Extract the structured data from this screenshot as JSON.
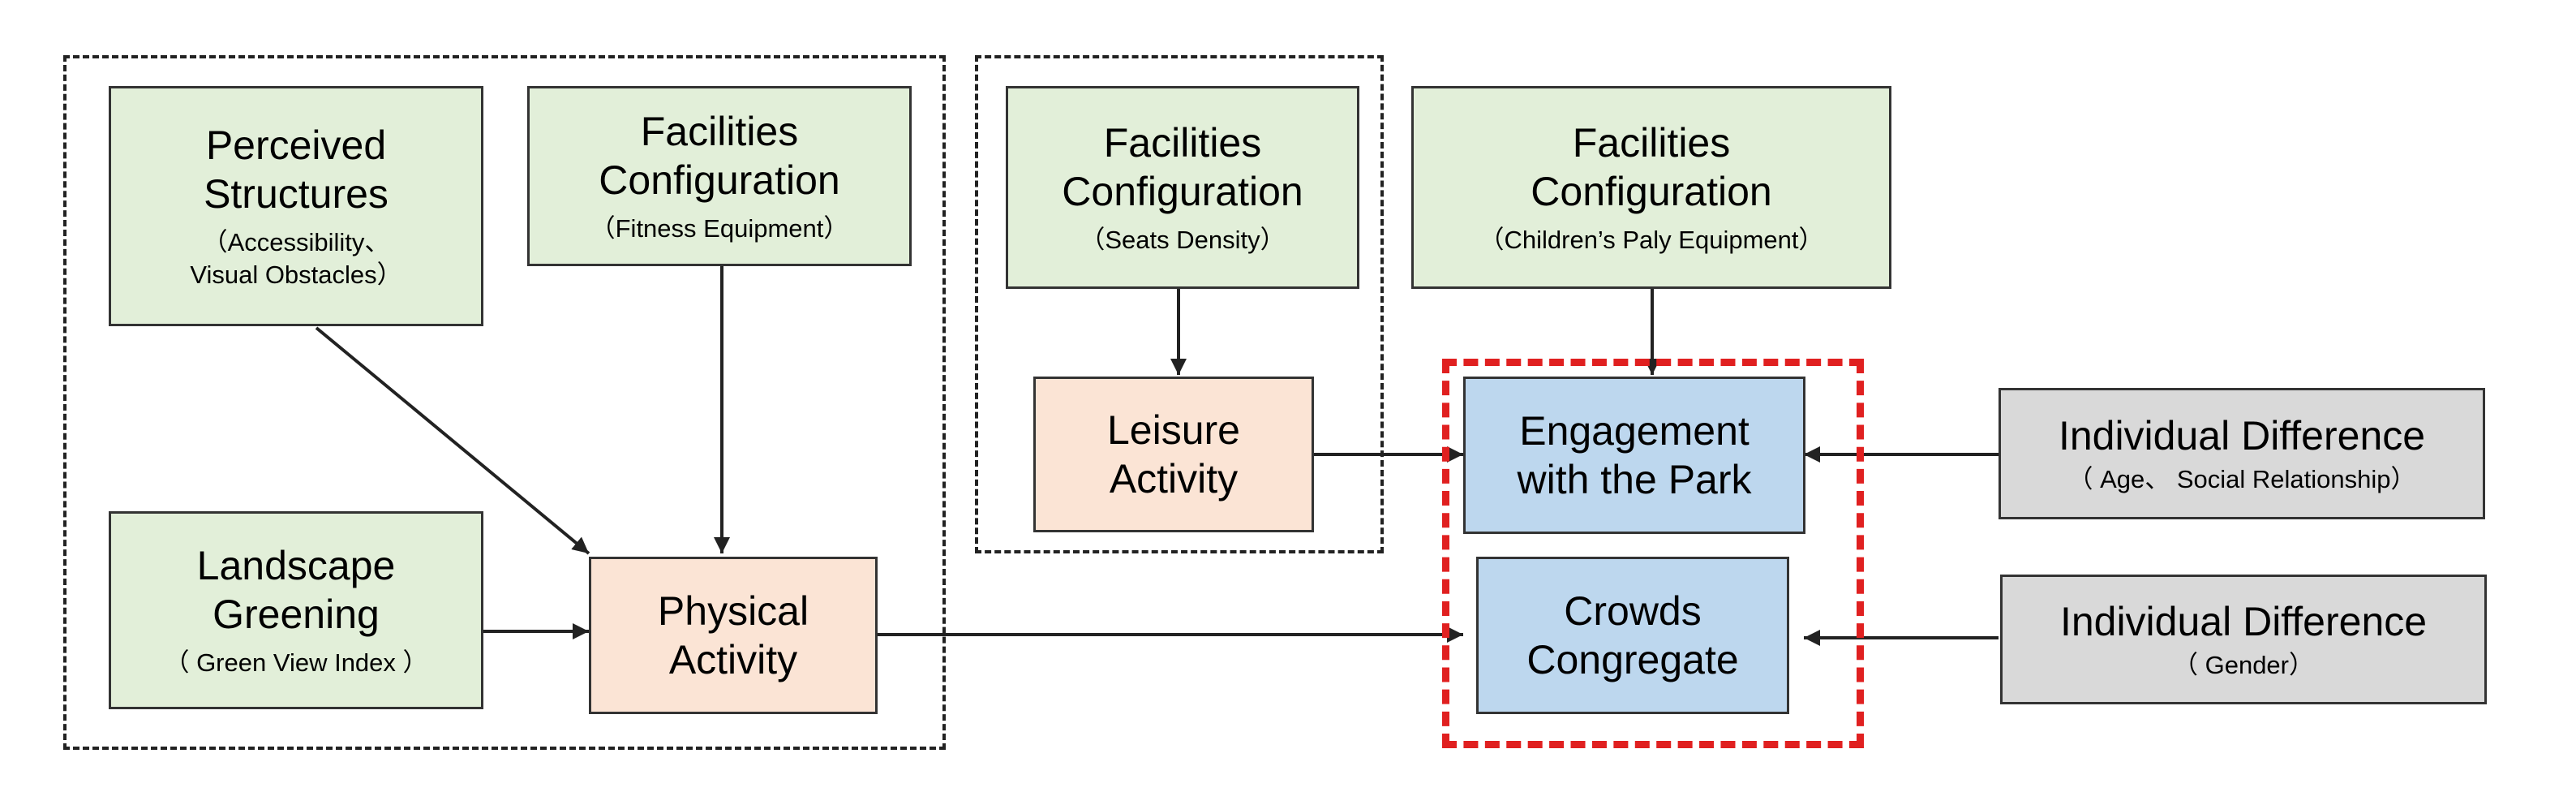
{
  "colors": {
    "factor_fill": "#e2efd9",
    "activity_fill": "#fbe4d5",
    "outcome_fill": "#bdd7ee",
    "individual_fill": "#d9d9d9",
    "focus_border": "#e02020",
    "line": "#222222"
  },
  "nodes": {
    "perceived_structures": {
      "title": "Perceived\nStructures",
      "detail": "（Accessibility、\nVisual Obstacles）"
    },
    "facilities_fitness": {
      "title": "Facilities\nConfiguration",
      "detail": "（Fitness Equipment）"
    },
    "landscape_greening": {
      "title": "Landscape\nGreening",
      "detail": "（ Green View Index ）"
    },
    "physical_activity": {
      "title": "Physical\nActivity"
    },
    "facilities_seats": {
      "title": "Facilities\nConfiguration",
      "detail": "（Seats Density）"
    },
    "leisure_activity": {
      "title": "Leisure\nActivity"
    },
    "facilities_play": {
      "title": "Facilities\nConfiguration",
      "detail": "（Children’s Paly Equipment）"
    },
    "engagement": {
      "title": "Engagement\nwith the Park"
    },
    "crowds": {
      "title": "Crowds\nCongregate"
    },
    "individual_age": {
      "title": "Individual Difference",
      "detail": "（ Age、 Social Relationship）"
    },
    "individual_gender": {
      "title": "Individual Difference",
      "detail": "（ Gender）"
    }
  }
}
